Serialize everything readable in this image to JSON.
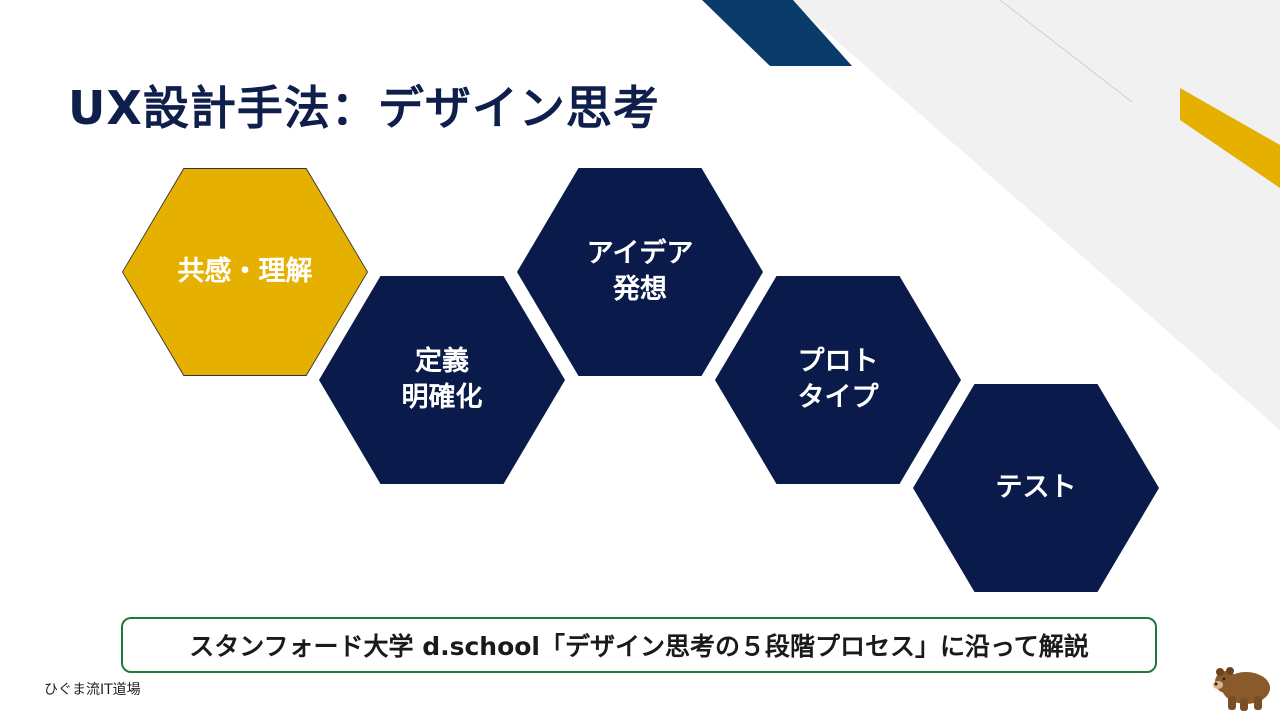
{
  "slide": {
    "title": "UX設計手法：デザイン思考",
    "caption": "スタンフォード大学 d.school「デザイン思考の５段階プロセス」に沿って解説",
    "footer": "ひぐま流IT道場"
  },
  "steps": [
    {
      "label": "共感・理解"
    },
    {
      "label": "定義\n明確化"
    },
    {
      "label": "アイデア\n発想"
    },
    {
      "label": "プロト\nタイプ"
    },
    {
      "label": "テスト"
    }
  ],
  "colors": {
    "navy": "#0a1a4a",
    "gold": "#e6b000",
    "title": "#0f1f4b",
    "caption_border": "#1f7a3a",
    "deco_gray": "#f1f1f1"
  },
  "icons": {
    "mascot": "bear-icon"
  }
}
